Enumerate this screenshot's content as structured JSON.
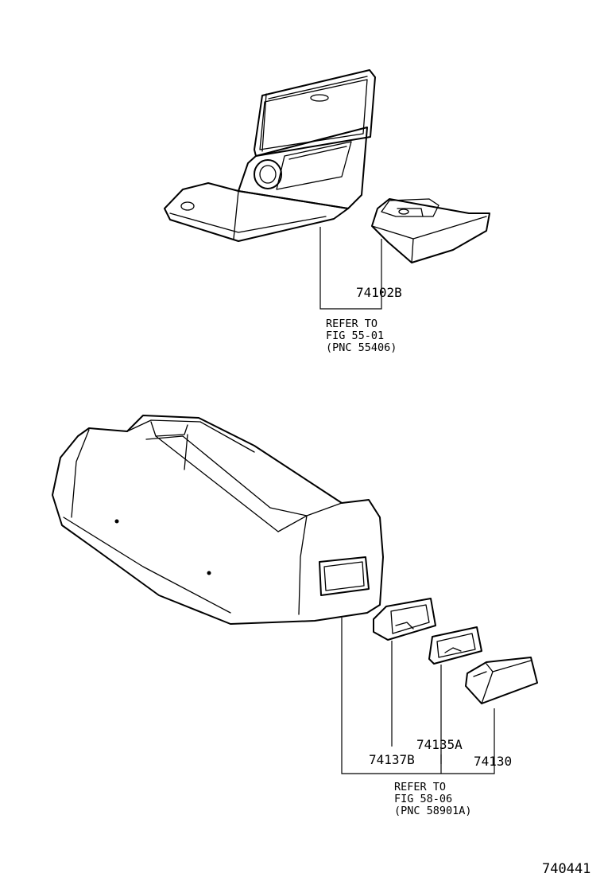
{
  "part_labels": {
    "p74102b": "74102B",
    "p74135a": "74135A",
    "p74137b": "74137B",
    "p74130": "74130"
  },
  "notes": {
    "top": [
      "REFER TO",
      "FIG 55-01",
      "(PNC 55406)"
    ],
    "bottom": [
      "REFER TO",
      "FIG 58-06",
      "(PNC 58901A)"
    ]
  },
  "figure_number": "740441"
}
